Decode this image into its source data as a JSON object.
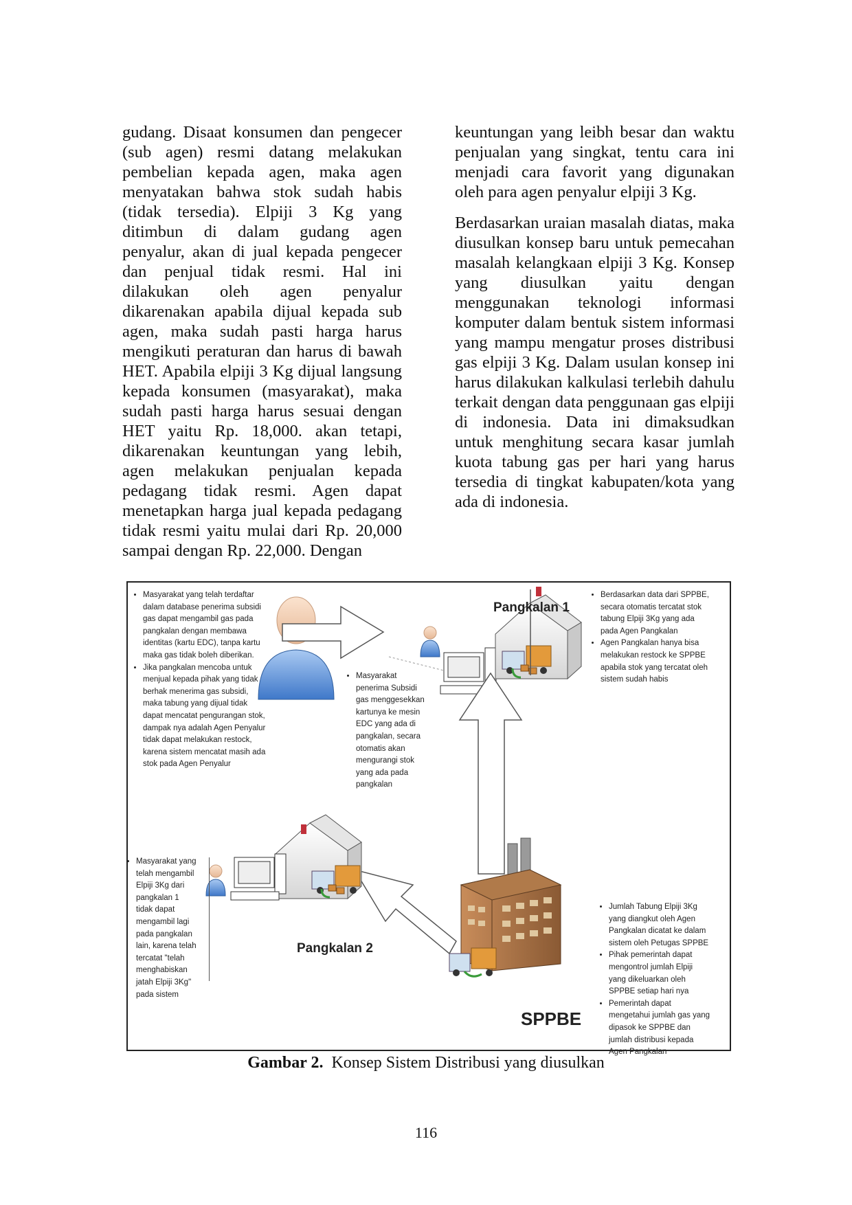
{
  "left_column": {
    "paragraphs": [
      "gudang. Disaat konsumen dan pengecer (sub agen) resmi datang melakukan pembelian kepada agen, maka agen menyatakan bahwa stok sudah habis (tidak tersedia). Elpiji 3 Kg yang ditimbun di dalam gudang agen penyalur, akan di jual kepada pengecer dan penjual tidak resmi. Hal ini dilakukan oleh agen penyalur dikarenakan apabila dijual kepada sub agen, maka sudah pasti harga harus mengikuti peraturan dan harus di bawah HET. Apabila elpiji 3 Kg dijual langsung kepada konsumen (masyarakat), maka sudah pasti harga harus sesuai dengan HET yaitu Rp. 18,000. akan tetapi, dikarenakan keuntungan yang lebih, agen melakukan penjualan kepada pedagang tidak resmi. Agen dapat menetapkan harga jual kepada pedagang tidak resmi yaitu mulai dari Rp. 20,000 sampai dengan Rp. 22,000. Dengan"
    ]
  },
  "right_column": {
    "paragraphs": [
      "keuntungan yang leibh besar dan waktu penjualan yang singkat, tentu cara ini menjadi cara favorit yang digunakan oleh para agen penyalur elpiji 3 Kg.",
      "Berdasarkan uraian masalah diatas, maka diusulkan konsep baru untuk pemecahan masalah kelangkaan elpiji 3 Kg. Konsep yang diusulkan yaitu dengan menggunakan teknologi informasi komputer dalam bentuk sistem informasi yang mampu mengatur proses distribusi gas elpiji 3 Kg. Dalam usulan konsep ini harus dilakukan kalkulasi terlebih dahulu terkait dengan data penggunaan gas elpiji di indonesia. Data ini dimaksudkan untuk menghitung secara kasar jumlah kuota tabung gas per hari yang harus tersedia di tingkat kabupaten/kota yang ada di indonesia."
    ]
  },
  "figure": {
    "labels": {
      "pangkalan1": "Pangkalan 1",
      "pangkalan2": "Pangkalan 2",
      "sppbe": "SPPBE"
    },
    "notes": {
      "top_left": [
        "Masyarakat yang telah terdaftar dalam database penerima subsidi gas dapat mengambil gas pada pangkalan dengan membawa identitas (kartu EDC), tanpa kartu maka gas tidak boleh diberikan.",
        "Jika pangkalan mencoba untuk menjual kepada pihak yang tidak berhak menerima gas subsidi, maka tabung yang dijual tidak dapat mencatat pengurangan stok, dampak nya adalah Agen Penyalur tidak dapat melakukan restock, karena sistem mencatat masih ada stok pada Agen Penyalur"
      ],
      "middle": [
        "Masyarakat penerima Subsidi gas menggesekkan kartunya ke mesin EDC yang ada di pangkalan, secara otomatis akan mengurangi stok yang ada pada pangkalan"
      ],
      "top_right": [
        "Berdasarkan data dari SPPBE, secara otomatis tercatat stok tabung Elpiji 3Kg yang ada pada Agen Pangkalan",
        "Agen Pangkalan hanya bisa melakukan restock ke SPPBE apabila stok yang tercatat oleh sistem sudah habis"
      ],
      "bottom_left": [
        "Masyarakat yang telah mengambil Elpiji 3Kg dari pangkalan 1 tidak dapat mengambil lagi pada pangkalan lain, karena telah tercatat \"telah menghabiskan jatah Elpiji 3Kg\" pada sistem"
      ],
      "bottom_right": [
        "Jumlah Tabung Elpiji 3Kg yang diangkut oleh Agen Pangkalan dicatat ke dalam sistem oleh Petugas SPPBE",
        "Pihak pemerintah dapat mengontrol jumlah Elpiji yang dikeluarkan oleh SPPBE setiap hari nya",
        "Pemerintah dapat mengetahui jumlah gas yang dipasok ke SPPBE dan jumlah distribusi kepada Agen Pangkalan"
      ]
    },
    "icons": [
      "person-icon",
      "computer-icon",
      "house-icon",
      "truck-icon",
      "factory-icon",
      "arrow-icon"
    ]
  },
  "caption": {
    "label": "Gambar 2.",
    "text": "Konsep Sistem Distribusi yang diusulkan"
  },
  "page_number": "116"
}
